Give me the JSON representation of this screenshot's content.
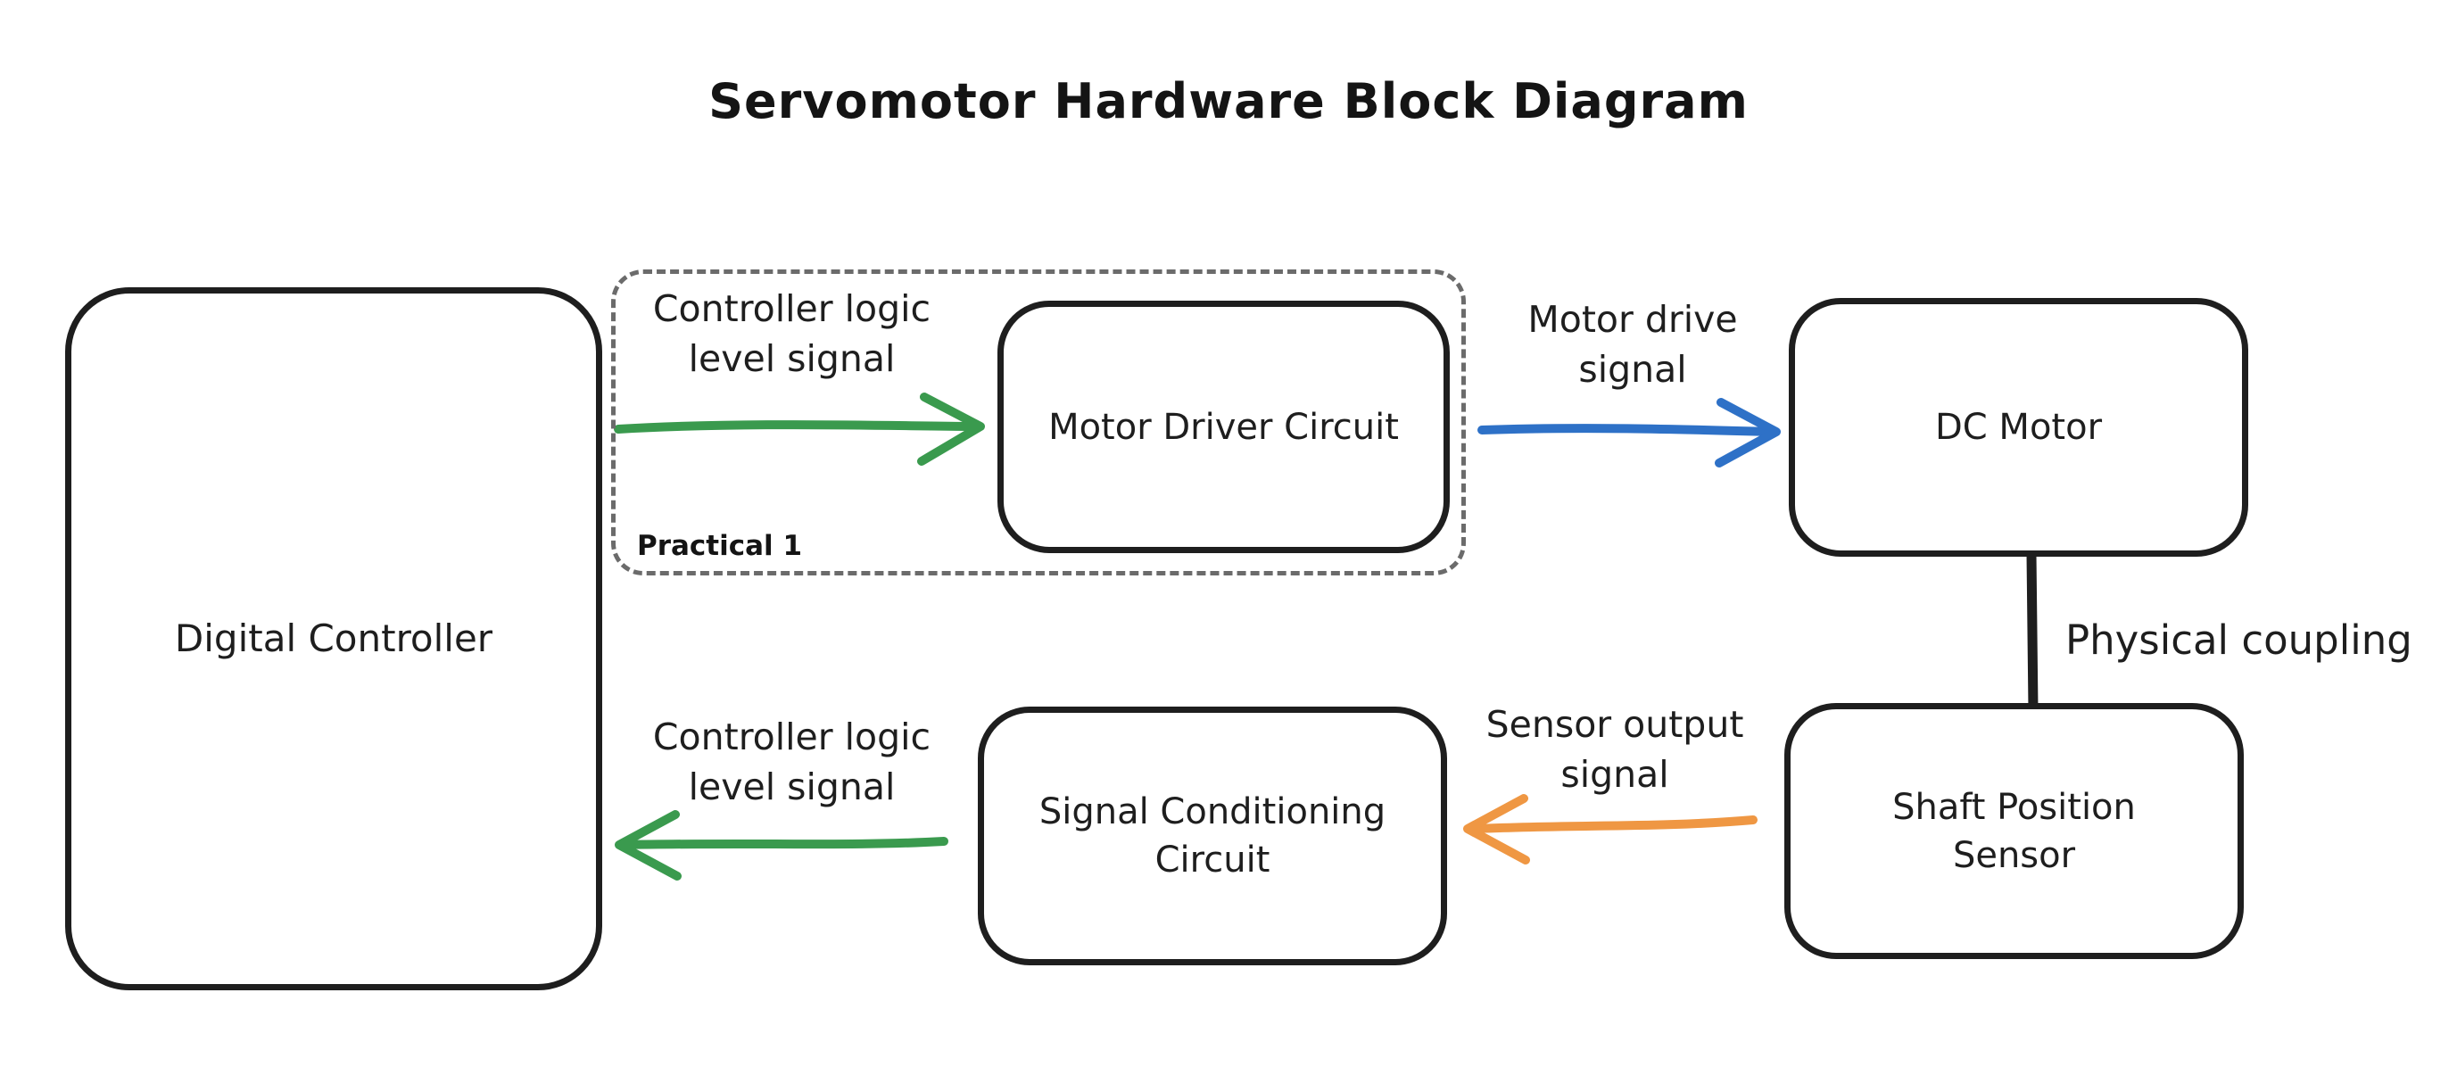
{
  "title": "Servomotor Hardware Block Diagram",
  "colors": {
    "ink": "#1e1e1e",
    "green_arrow": "#3a9a4e",
    "blue_arrow": "#2e71c7",
    "orange_arrow": "#ef9743",
    "group_border": "#6b6b6b"
  },
  "nodes": {
    "digital_controller": {
      "label": "Digital Controller"
    },
    "motor_driver": {
      "label": "Motor Driver Circuit"
    },
    "dc_motor": {
      "label": "DC Motor"
    },
    "shaft_sensor": {
      "line1": "Shaft Position",
      "line2": "Sensor"
    },
    "signal_conditioning": {
      "line1": "Signal Conditioning",
      "line2": "Circuit"
    }
  },
  "group": {
    "label": "Practical 1"
  },
  "edges": {
    "controller_to_driver": {
      "line1": "Controller logic",
      "line2": "level signal",
      "color": "#3a9a4e"
    },
    "driver_to_motor": {
      "line1": "Motor drive",
      "line2": "signal",
      "color": "#2e71c7"
    },
    "motor_to_sensor": {
      "label": "Physical coupling",
      "color": "#1e1e1e"
    },
    "sensor_to_conditioning": {
      "line1": "Sensor output",
      "line2": "signal",
      "color": "#ef9743"
    },
    "conditioning_to_controller": {
      "line1": "Controller logic",
      "line2": "level signal",
      "color": "#3a9a4e"
    }
  }
}
